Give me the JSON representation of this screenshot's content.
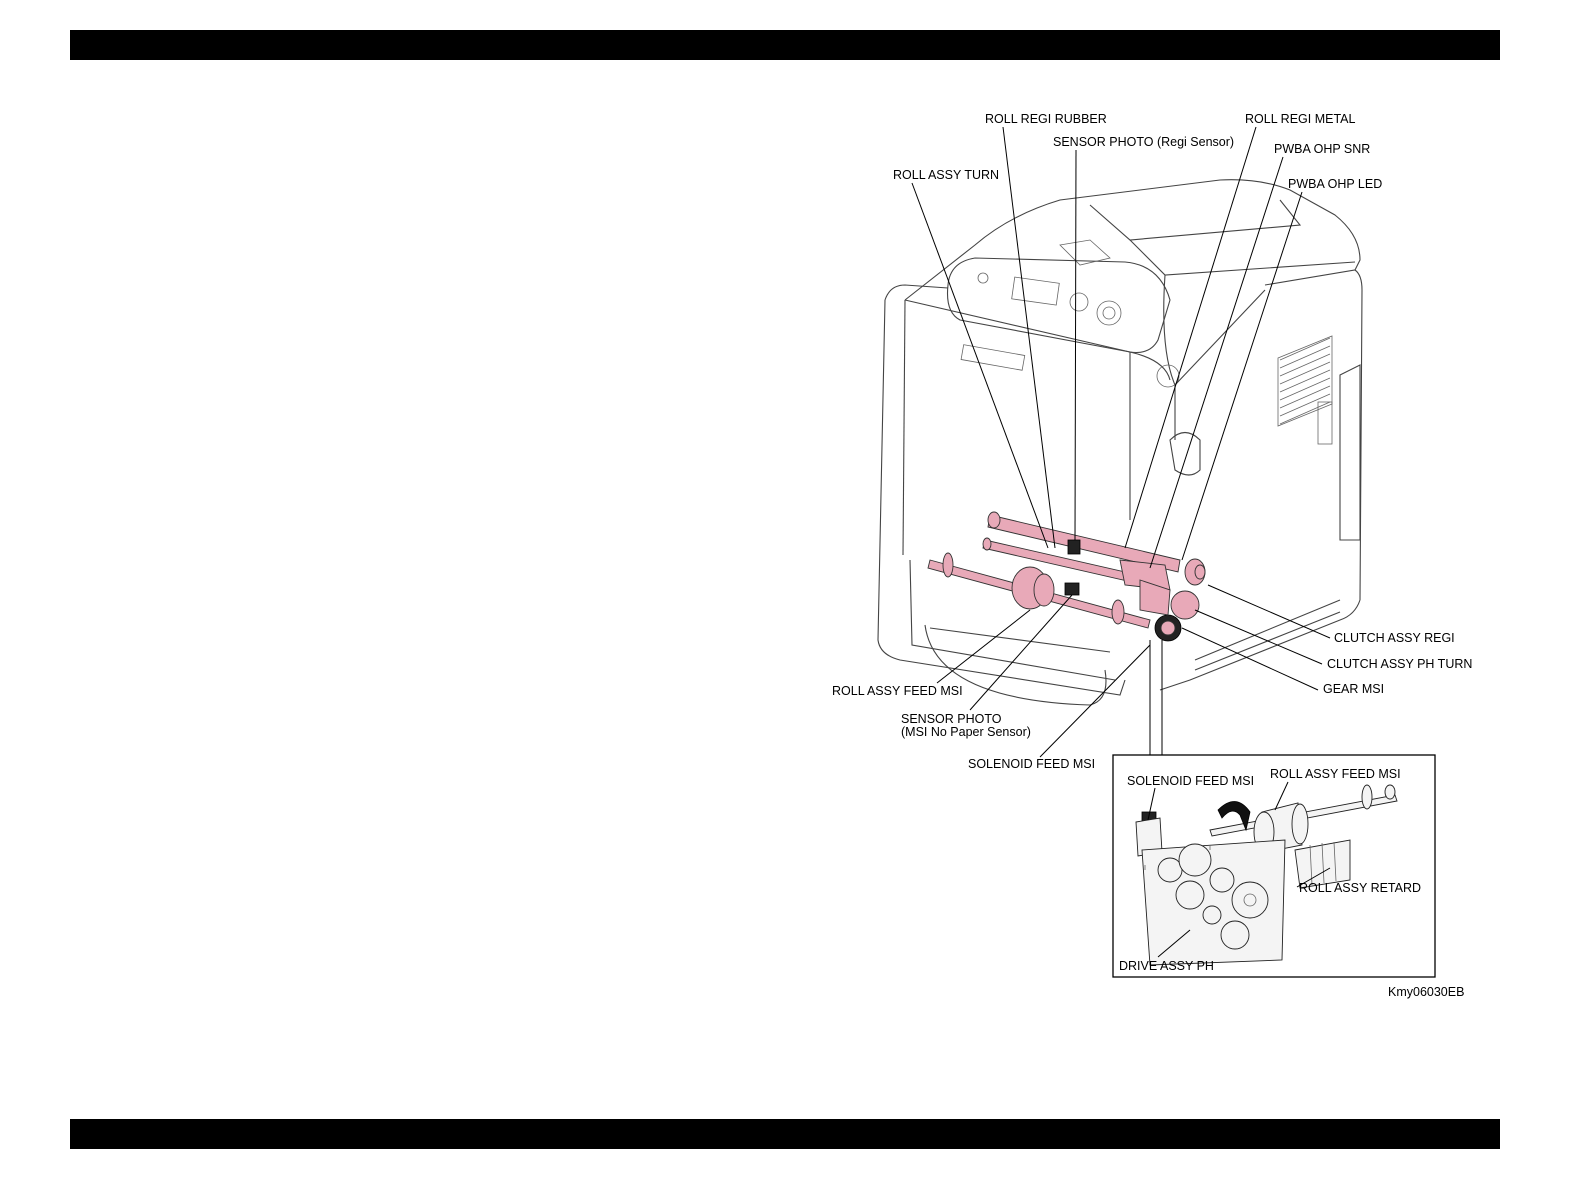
{
  "labels": {
    "roll_regi_rubber": "ROLL REGI RUBBER",
    "roll_regi_metal": "ROLL REGI METAL",
    "sensor_photo_regi": "SENSOR PHOTO (Regi Sensor)",
    "pwba_ohp_snr": "PWBA OHP SNR",
    "roll_assy_turn": "ROLL ASSY TURN",
    "pwba_ohp_led": "PWBA OHP LED",
    "clutch_assy_regi": "CLUTCH ASSY REGI",
    "clutch_assy_ph_turn": "CLUTCH ASSY PH TURN",
    "gear_msi": "GEAR MSI",
    "roll_assy_feed_msi": "ROLL ASSY FEED MSI",
    "sensor_photo_msi_line1": "SENSOR PHOTO",
    "sensor_photo_msi_line2": "(MSI No Paper Sensor)",
    "solenoid_feed_msi": "SOLENOID FEED MSI"
  },
  "inset": {
    "solenoid_feed_msi": "SOLENOID FEED MSI",
    "roll_assy_feed_msi": "ROLL ASSY FEED MSI",
    "roll_assy_retard": "ROLL ASSY RETARD",
    "drive_assy_ph": "DRIVE ASSY PH"
  },
  "figure_id": "Kmy06030EB",
  "colors": {
    "highlight": "#e8a9b8",
    "band": "#000000"
  }
}
